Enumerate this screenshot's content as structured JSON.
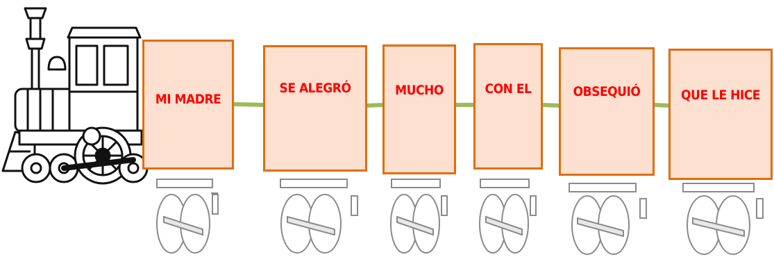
{
  "train": {
    "wagons": [
      {
        "label": "MI MADRE"
      },
      {
        "label": "SE ALEGRÓ"
      },
      {
        "label": "MUCHO"
      },
      {
        "label": "CON EL"
      },
      {
        "label": "OBSEQUIÓ"
      },
      {
        "label": "QUE LE HICE"
      }
    ]
  },
  "colors": {
    "wagon_fill": "#fde0d0",
    "wagon_border": "#e36c09",
    "label_text": "#ff0000",
    "coupling": "#9bbb59"
  }
}
